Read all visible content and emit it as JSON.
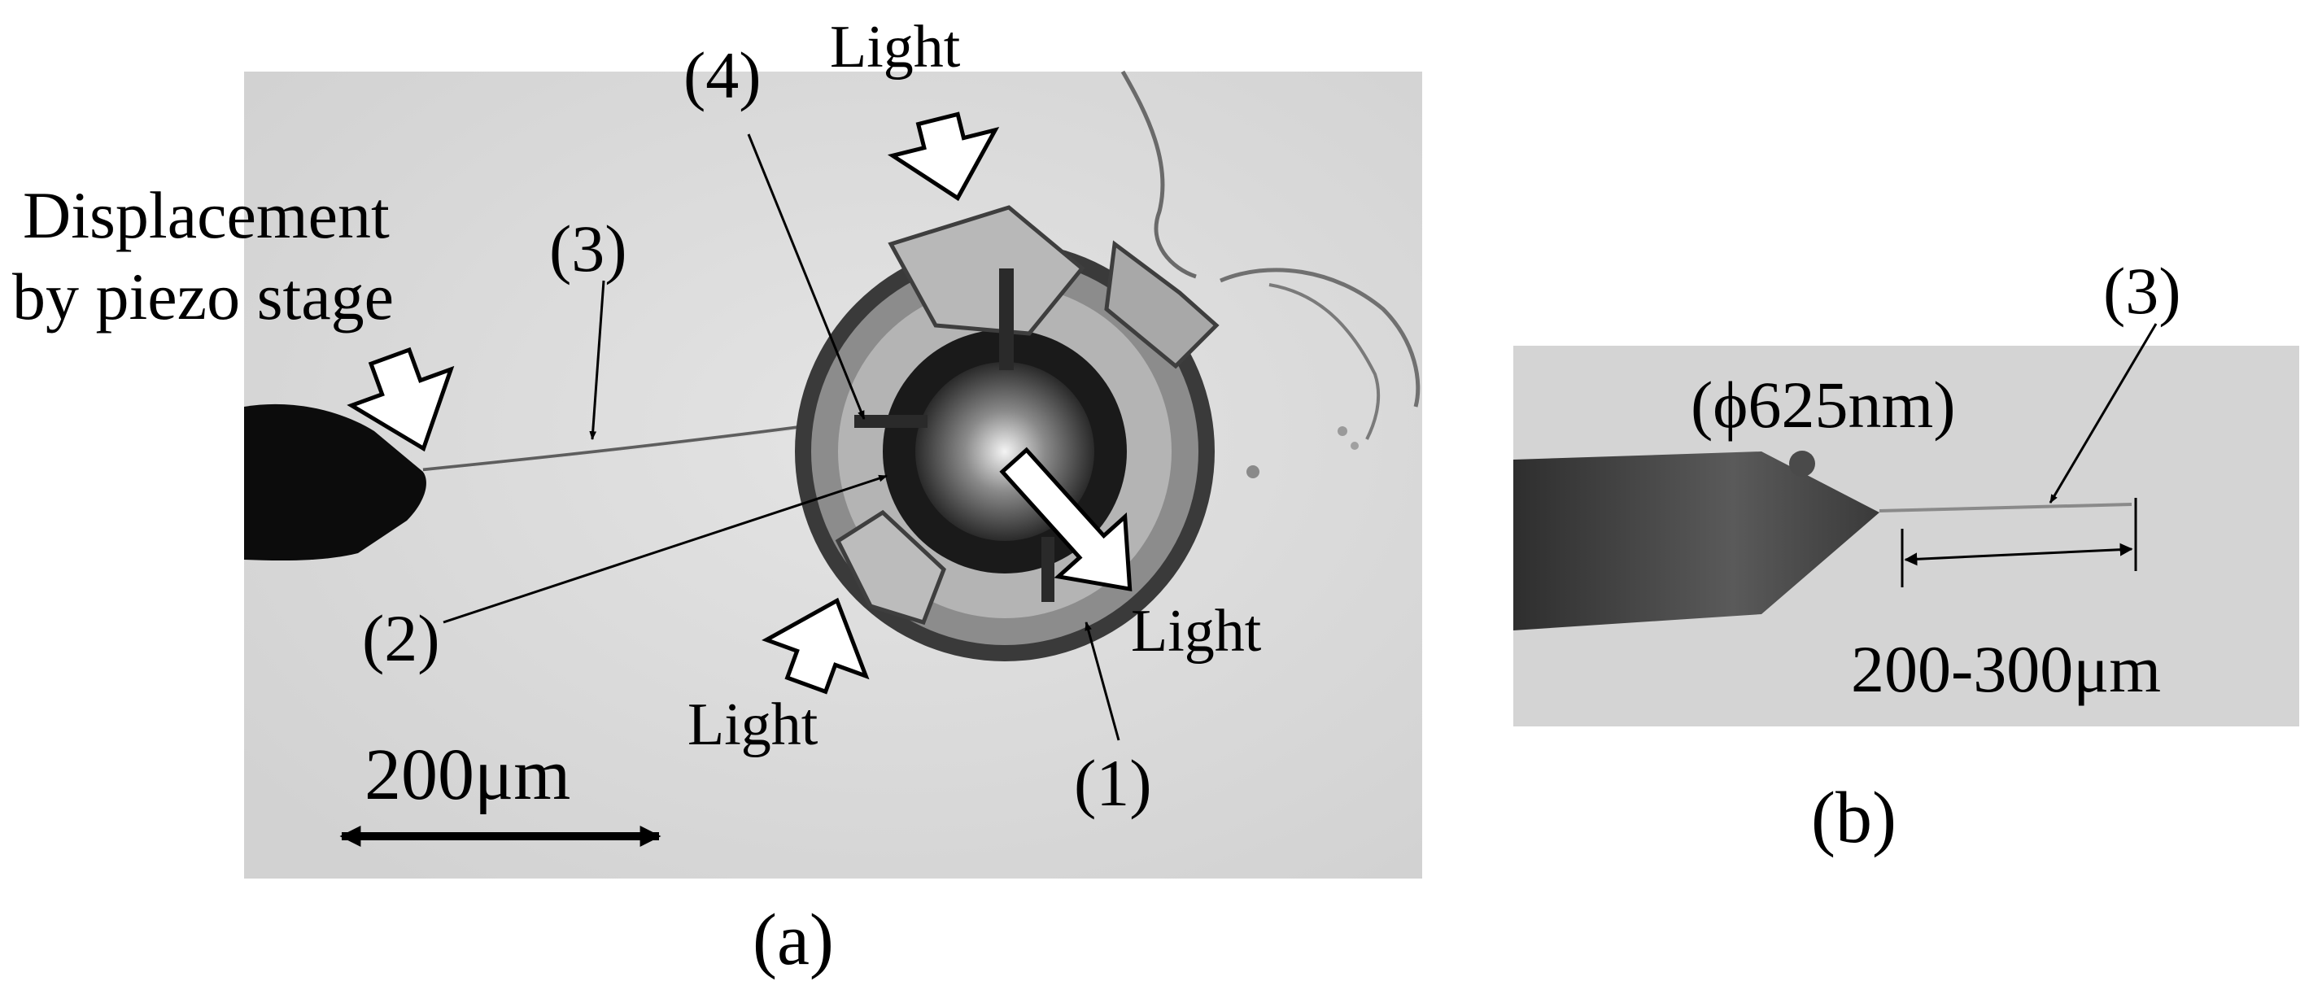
{
  "panel_a": {
    "caption": "(a)",
    "label_displacement_line1": "Displacement",
    "label_displacement_line2": "by piezo stage",
    "label_1": "(1)",
    "label_2": "(2)",
    "label_3": "(3)",
    "label_4": "(4)",
    "light_top": "Light",
    "light_right": "Light",
    "light_bottom": "Light",
    "scale_bar": "200μm"
  },
  "panel_b": {
    "caption": "(b)",
    "label_3": "(3)",
    "diameter": "(ϕ625nm)",
    "length": "200-300μm"
  },
  "colors": {
    "micrograph_background": "#dcdcdc",
    "text": "#000000",
    "arrow_fill": "#ffffff"
  }
}
